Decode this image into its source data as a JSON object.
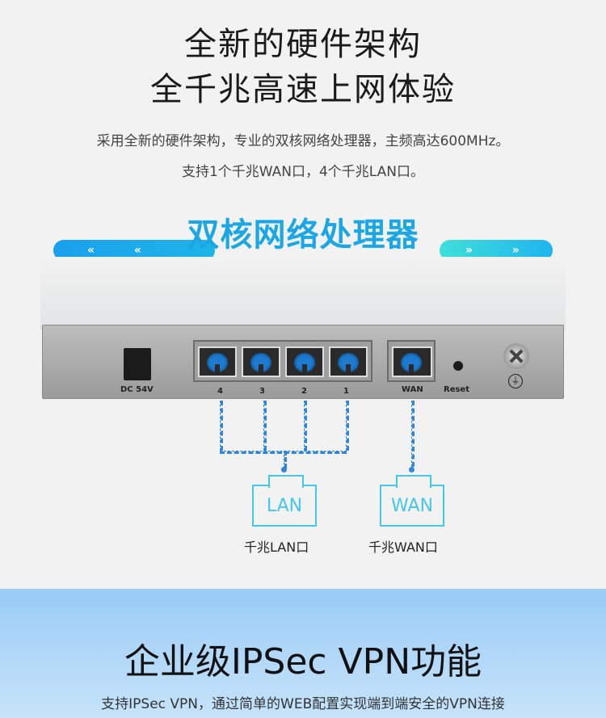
{
  "header": {
    "title_line1": "全新的硬件架构",
    "title_line2": "全千兆高速上网体验",
    "desc_line1": "采用全新的硬件架构，专业的双核网络处理器，主频高达600MHz。",
    "desc_line2": "支持1个千兆WAN口，4个千兆LAN口。"
  },
  "banner": {
    "text": "双核网络处理器",
    "left_arrows": "«  «",
    "right_arrows": "»  »"
  },
  "router": {
    "dc_label": "DC 54V",
    "lan_ports": [
      "4",
      "3",
      "2",
      "1"
    ],
    "wan_label": "WAN",
    "reset_label": "Reset",
    "ground_symbol": "⏚"
  },
  "icons": {
    "lan_icon_text": "LAN",
    "wan_icon_text": "WAN",
    "lan_caption": "千兆LAN口",
    "wan_caption": "千兆WAN口"
  },
  "footer": {
    "title": "企业级IPSec VPN功能",
    "desc": "支持IPSec VPN，通过简单的WEB配置实现端到端安全的VPN连接"
  },
  "colors": {
    "accent_blue": "#1ba7e6",
    "line_blue": "#2e86de",
    "icon_cyan": "#45c7e8",
    "footer_bg": "#98cbf5"
  }
}
